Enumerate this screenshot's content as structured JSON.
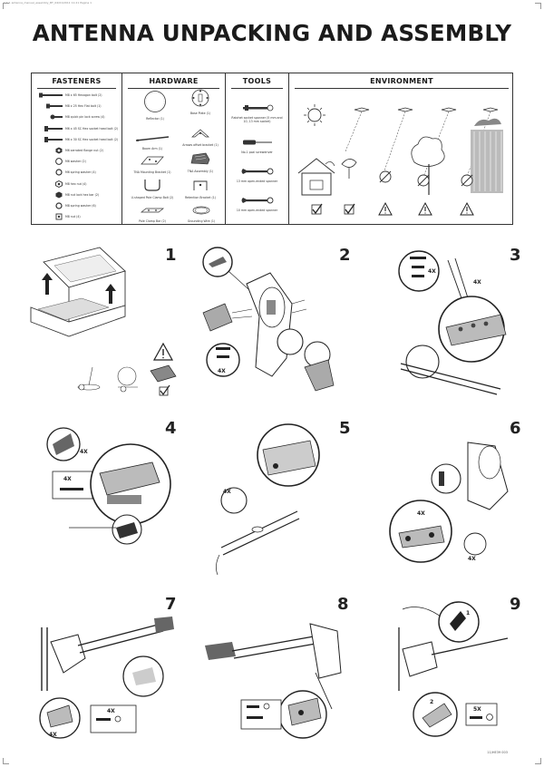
{
  "print_slug": "1   1   1 antenna_manual_assembly_BT_04/01/2011 11:21 Pagina 1",
  "title": "ANTENNA UNPACKING AND ASSEMBLY",
  "parts_table": {
    "fasteners": {
      "header": "FASTENERS",
      "items": [
        {
          "label": "M8 x 65 Hexagon bolt (2)",
          "icon": "long-bolt-icon"
        },
        {
          "label": "M8 x 25 Hex Flat bolt (1)",
          "icon": "hex-bolt-icon"
        },
        {
          "label": "M8 quick pin lock screw (4)",
          "icon": "lock-screw-icon"
        },
        {
          "label": "M6 x 45 SC Hex socket head bolt (2)",
          "icon": "socket-bolt-icon"
        },
        {
          "label": "M6 x 30 SC Hex socket head bolt (2)",
          "icon": "socket-bolt-icon"
        },
        {
          "label": "M6 serrated flange nut (2)",
          "icon": "flange-nut-icon"
        },
        {
          "label": "M6 washer (2)",
          "icon": "washer-icon"
        },
        {
          "label": "M6 spring washer (4)",
          "icon": "spring-washer-icon"
        },
        {
          "label": "M8 hex nut (4)",
          "icon": "hex-nut-icon"
        },
        {
          "label": "M8 nut lock hex bar (2)",
          "icon": "lock-nut-icon"
        },
        {
          "label": "M8 spring washer (6)",
          "icon": "spring-washer-icon"
        },
        {
          "label": "M8 nut (4)",
          "icon": "nut-icon"
        }
      ]
    },
    "hardware": {
      "header": "HARDWARE",
      "items": [
        {
          "label": "Reflector (1)",
          "icon": "reflector-icon"
        },
        {
          "label": "Base Plate (1)",
          "icon": "base-plate-icon"
        },
        {
          "label": "Boom Arm (1)",
          "icon": "boom-arm-icon"
        },
        {
          "label": "Arrows offset bracket (1)",
          "icon": "offset-bracket-icon"
        },
        {
          "label": "TNA Mounting Bracket (1)",
          "icon": "mounting-bracket-icon"
        },
        {
          "label": "TNA Assembly (1)",
          "icon": "tna-assembly-icon"
        },
        {
          "label": "U-shaped Pole Clamp Bolt (2)",
          "icon": "u-bolt-icon"
        },
        {
          "label": "Retention Bracket (1)",
          "icon": "retention-bracket-icon"
        },
        {
          "label": "Pole Clamp Bar (2)",
          "icon": "clamp-bar-icon"
        },
        {
          "label": "Grounding Wire (1)",
          "icon": "grounding-wire-icon"
        }
      ]
    },
    "tools": {
      "header": "TOOLS",
      "items": [
        {
          "label": "Ratchet socket spanner (5 mm and 10, 13 mm socket)",
          "icon": "ratchet-icon"
        },
        {
          "label": "No.1 pozi screwdriver",
          "icon": "screwdriver-icon"
        },
        {
          "label": "13 mm open-ended spanner",
          "icon": "spanner-icon"
        },
        {
          "label": "10 mm open-ended spanner",
          "icon": "spanner-icon"
        }
      ]
    },
    "environment": {
      "header": "ENVIRONMENT",
      "marks": [
        "check",
        "check",
        "warning",
        "warning",
        "warning"
      ]
    }
  },
  "steps": [
    {
      "number": "1",
      "qty": []
    },
    {
      "number": "2",
      "qty": [
        "4X"
      ]
    },
    {
      "number": "3",
      "qty": [
        "4X",
        "4X"
      ]
    },
    {
      "number": "4",
      "qty": [
        "4X",
        "4X"
      ]
    },
    {
      "number": "5",
      "qty": [
        "4X"
      ]
    },
    {
      "number": "6",
      "qty": [
        "4X",
        "4X"
      ]
    },
    {
      "number": "7",
      "qty": [
        "4X",
        "4X"
      ]
    },
    {
      "number": "8",
      "qty": []
    },
    {
      "number": "9",
      "qty": [
        "1",
        "2",
        "5X"
      ]
    }
  ],
  "part_number": "11/HE39 003"
}
